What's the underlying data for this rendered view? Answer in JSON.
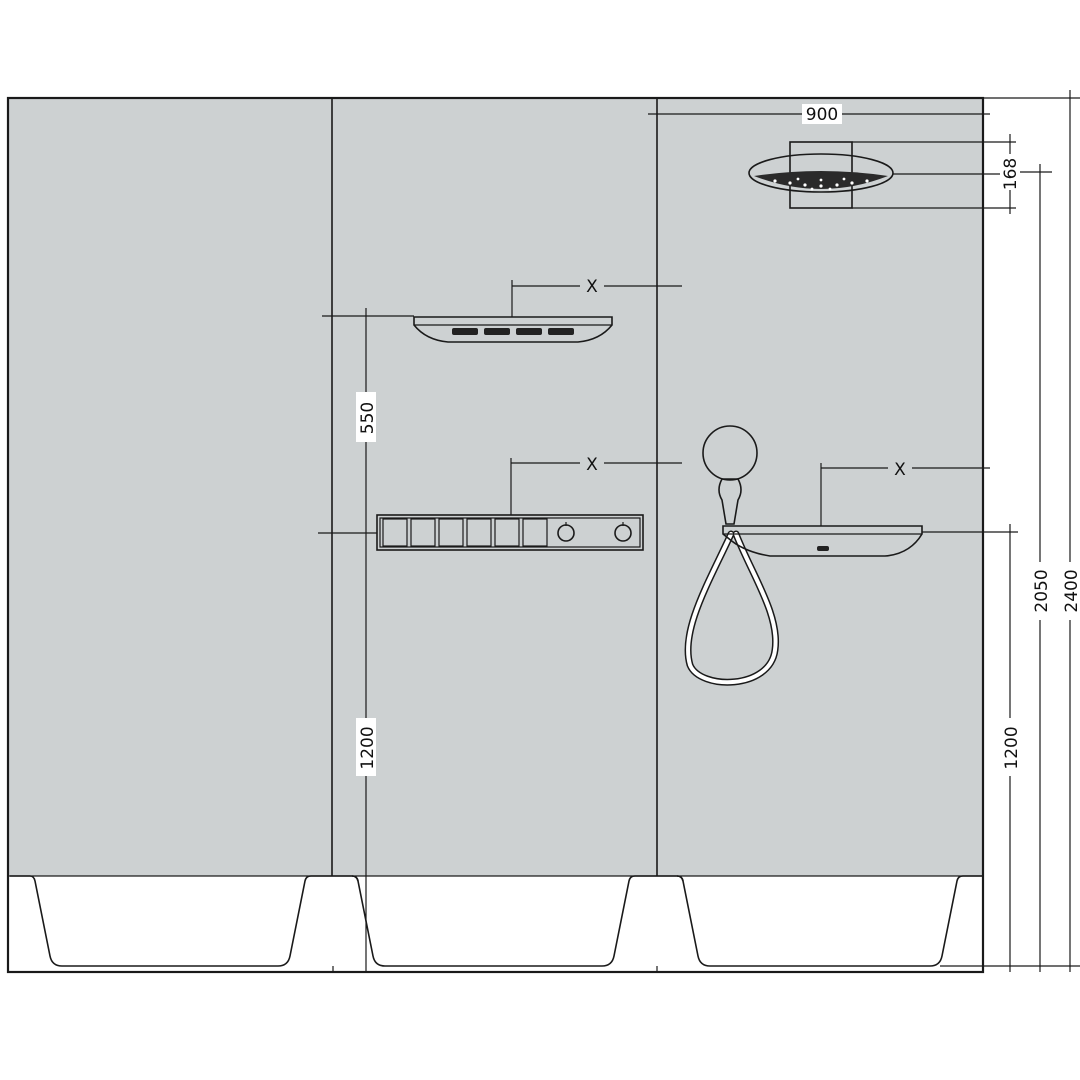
{
  "dimensions": {
    "head_width": "900",
    "head_height": "168",
    "shelf_offset_top": "X",
    "shelf_offset_mid": "X",
    "shelf_offset_right": "X",
    "top_shelf_gap": "550",
    "left_height": "1200",
    "right_height": "1200",
    "head_mount_height": "2050",
    "wall_height": "2400"
  },
  "colors": {
    "wall": "#cdd1d2",
    "line": "#1a1a1a",
    "fixture": "#ffffff",
    "button": "#222222"
  }
}
